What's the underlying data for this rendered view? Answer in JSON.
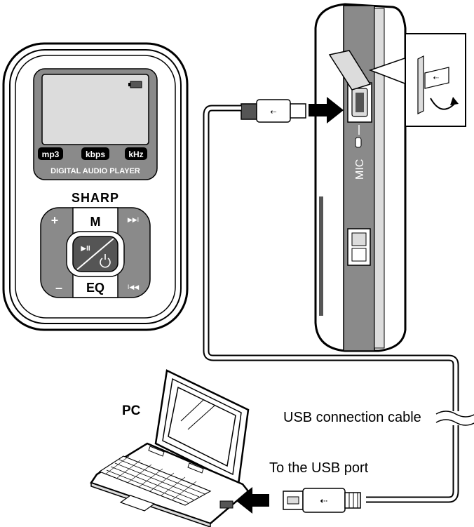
{
  "player": {
    "screen_badges": [
      "mp3",
      "kbps",
      "kHz"
    ],
    "model_label": "DIGITAL AUDIO PLAYER",
    "brand": "SHARP",
    "button_top": "M",
    "button_bottom": "EQ",
    "button_plus": "+",
    "button_minus": "–"
  },
  "side_view": {
    "mic_label": "MIC"
  },
  "labels": {
    "pc": "PC",
    "cable": "USB connection cable",
    "port": "To the USB port"
  },
  "colors": {
    "body_gray": "#8a8a8a",
    "dark_gray": "#555555",
    "light_gray": "#dcdcdc",
    "outline": "#000000"
  }
}
